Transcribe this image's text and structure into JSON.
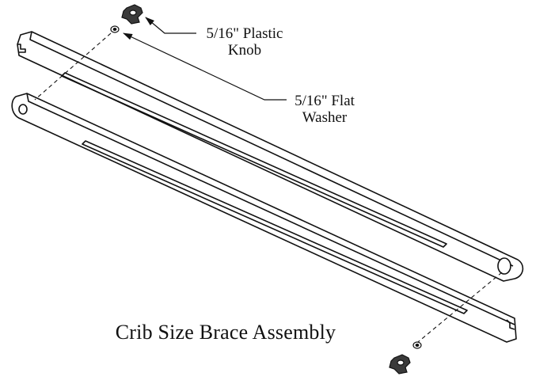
{
  "caption": "Crib Size Brace Assembly",
  "callouts": {
    "knob": [
      "5/16\" Plastic",
      "Knob"
    ],
    "washer": [
      "5/16\" Flat",
      "Washer"
    ]
  },
  "colors": {
    "ink": "#111111",
    "background": "#ffffff"
  }
}
